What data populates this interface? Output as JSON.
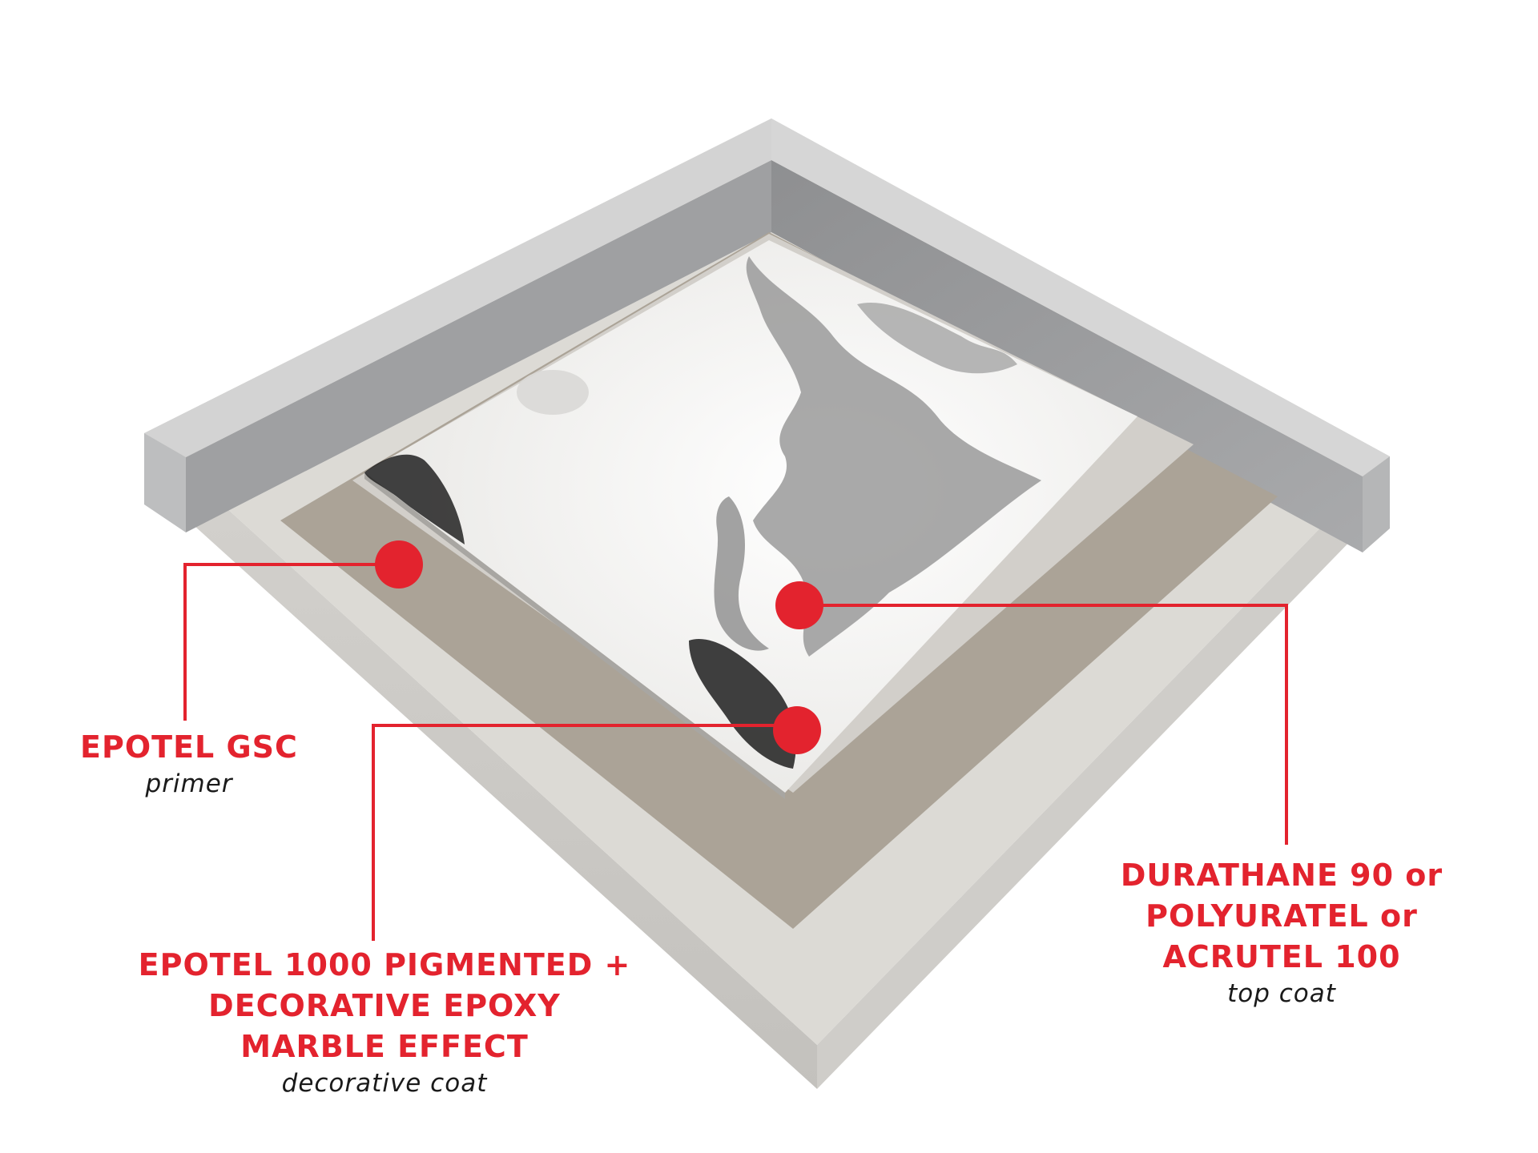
{
  "colors": {
    "accent": "#e3232e",
    "label_text": "#e3232e",
    "sub_text": "#1a1a1a",
    "wall_top": "#d3d3d3",
    "wall_inner": "#9b9c9e",
    "wall_side": "#b9babb",
    "concrete_top": "#dddbd6",
    "concrete_side": "#c9c7c3",
    "primer_layer": "#aba397",
    "decorative_layer": "#f0efed",
    "topcoat_layer": "#d2cfca"
  },
  "labels": {
    "primer": {
      "title": "EPOTEL GSC",
      "subtitle": "primer"
    },
    "decorative": {
      "title_lines": [
        "EPOTEL 1000 PIGMENTED +",
        "DECORATIVE EPOXY",
        "MARBLE EFFECT"
      ],
      "subtitle": "decorative coat"
    },
    "topcoat": {
      "title_lines": [
        "DURATHANE 90 or",
        "POLYURATEL or",
        "ACRUTEL 100"
      ],
      "subtitle": "top coat"
    }
  },
  "markers": {
    "primer": "callout-dot",
    "decorative": "callout-dot",
    "topcoat": "callout-dot"
  }
}
